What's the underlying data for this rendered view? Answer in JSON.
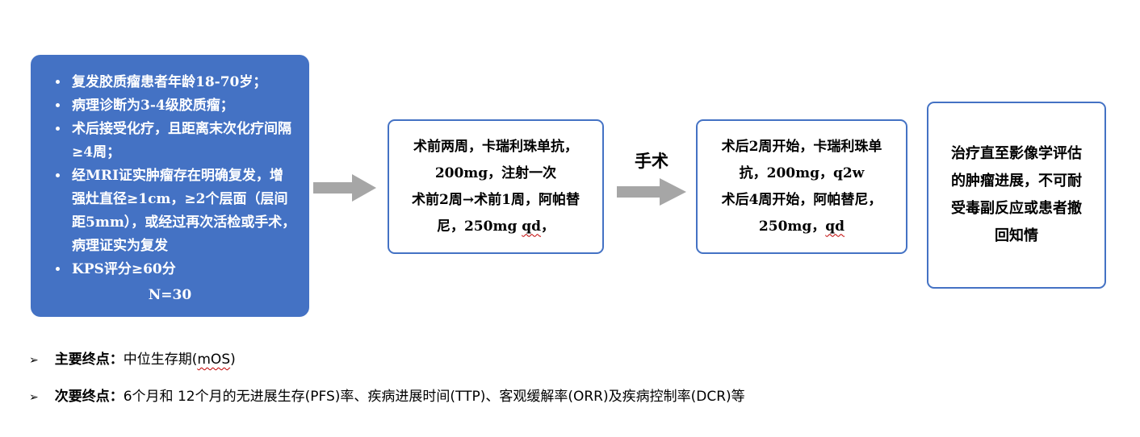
{
  "colors": {
    "primary_blue": "#4472C4",
    "arrow_gray": "#A6A6A6",
    "spellcheck_red": "#C00000"
  },
  "criteria": {
    "bullets": [
      "复发胶质瘤患者年龄18-70岁；",
      "病理诊断为3-4级胶质瘤；",
      "术后接受化疗，且距离末次化疗间隔≥4周；",
      "经MRI证实肿瘤存在明确复发，增强灶直径≥1cm，≥2个层面（层间距5mm），或经过再次活检或手术，病理证实为复发",
      "KPS评分≥60分"
    ],
    "n_label": "N=30"
  },
  "presurgery": {
    "line1": "术前两周，卡瑞利珠单抗，",
    "line2": "200mg，注射一次",
    "line3": "术前2周→术前1周，阿帕替",
    "line4a": "尼，250mg ",
    "line4b": "qd",
    "line4c": "，"
  },
  "surgery_label": "手术",
  "postsurgery": {
    "line1": "术后2周开始，卡瑞利珠单",
    "line2": "抗，200mg，q2w",
    "line3": "术后4周开始，阿帕替尼，",
    "line4a": "250mg，",
    "line4b": "qd"
  },
  "duration": {
    "line1": "治疗直至影像学评估",
    "line2": "的肿瘤进展，不可耐",
    "line3": "受毒副反应或患者撤",
    "line4": "回知情"
  },
  "endpoints": {
    "marker": "➢",
    "primary": {
      "label": "主要终点：",
      "text_pre": "中位生存期(",
      "text_ul": "mOS",
      "text_post": ")"
    },
    "secondary": {
      "label": "次要终点：",
      "text": "6个月和 12个月的无进展生存(PFS)率、疾病进展时间(TTP)、客观缓解率(ORR)及疾病控制率(DCR)等"
    }
  }
}
